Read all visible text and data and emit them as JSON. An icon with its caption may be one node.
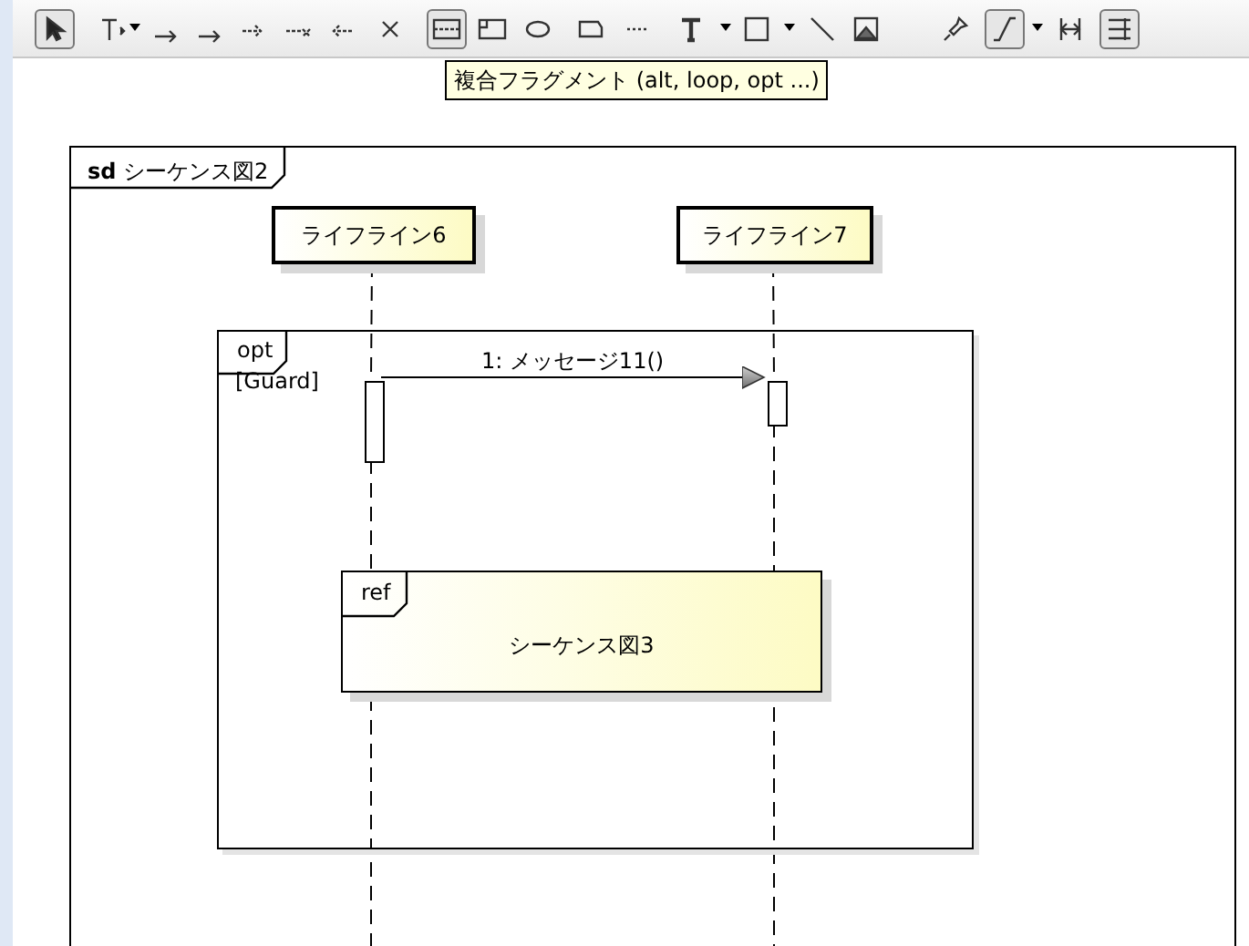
{
  "diagram": {
    "nodes": [
      {
        "text": [
          "**sd** シーケンス図2"
        ]
      },
      {
        "text": [
          "ライフライン6"
        ],
        "in": 0
      },
      {
        "text": [
          "ライフライン7"
        ],
        "in": 0
      },
      {
        "text": [
          "opt",
          "[Guard]"
        ],
        "in": 0
      },
      {
        "text": [],
        "shape": "bar",
        "in": 3
      },
      {
        "text": [],
        "shape": "bar",
        "in": 3
      },
      {
        "text": [
          "ref",
          "シーケンス図3"
        ],
        "in": 3
      }
    ],
    "edges": [
      {
        "from": 1,
        "to": 4,
        "arrow": "none",
        "style": "dashed"
      },
      {
        "from": 2,
        "to": 5,
        "arrow": "none",
        "style": "dashed"
      },
      {
        "from": 4,
        "to": 5,
        "arrow": "to",
        "label": "1: メッセージ11()"
      },
      {
        "from": 4,
        "to": null,
        "arrow": "none",
        "style": "dashed"
      },
      {
        "from": 5,
        "to": null,
        "arrow": "none",
        "style": "dashed"
      }
    ],
    "labels": [
      "複合フラグメント (alt, loop, opt ...)"
    ]
  }
}
